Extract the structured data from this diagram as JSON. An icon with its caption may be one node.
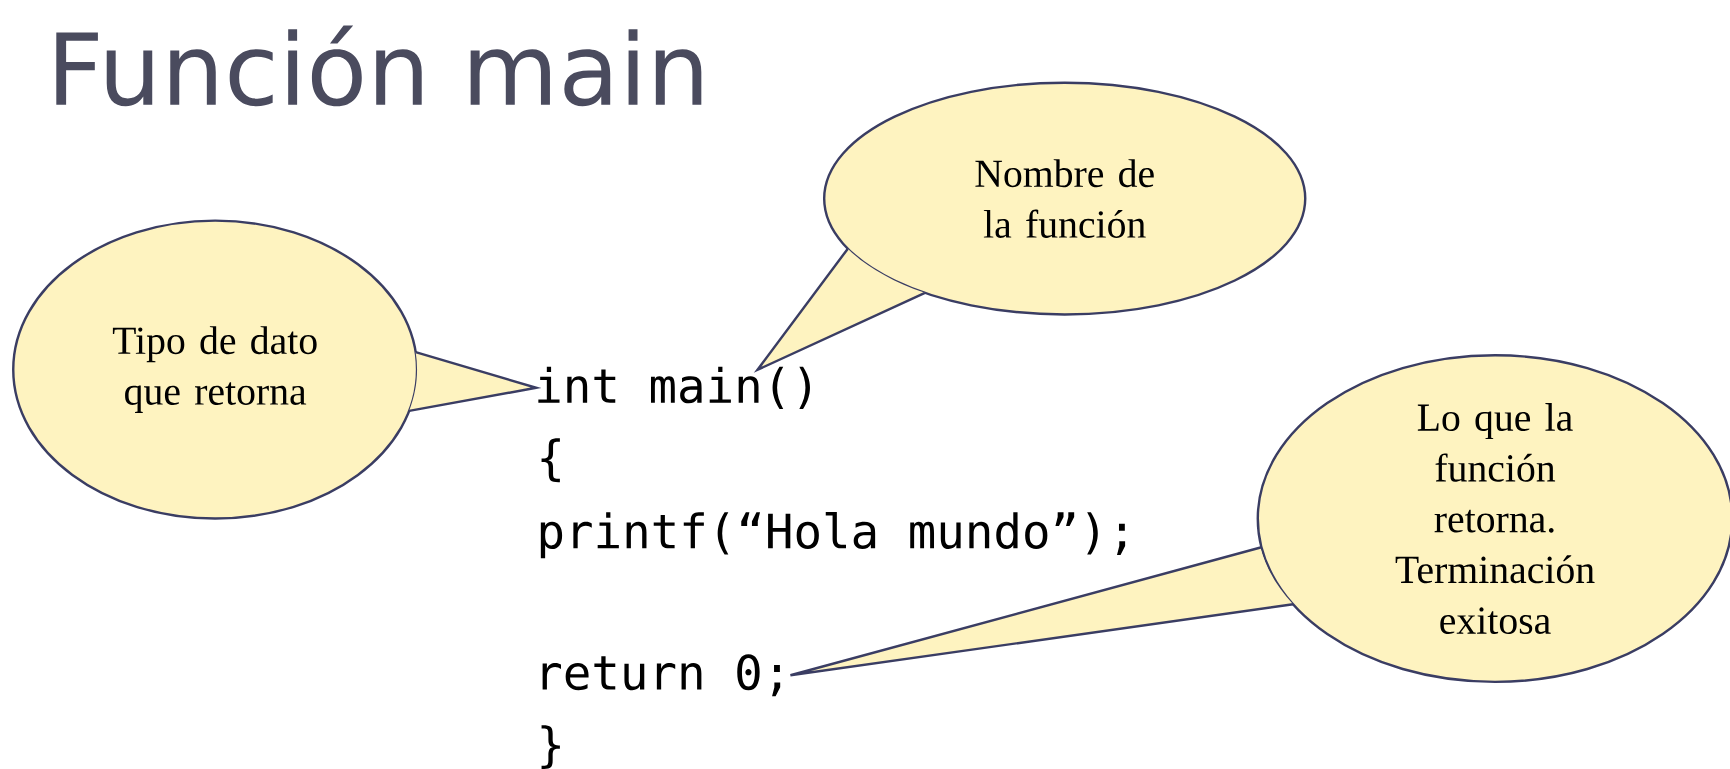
{
  "diagram": {
    "title": "Función main",
    "nodes": [
      {
        "text": [
          "Nombre de la función"
        ]
      },
      {
        "text": [
          "Tipo de dato que retorna"
        ]
      },
      {
        "text": [
          "int main()"
        ]
      },
      {
        "text": [
          "Lo que la función retorna. Terminación exitosa"
        ]
      },
      {
        "text": [
          "return 0;"
        ]
      }
    ],
    "edges": [
      {
        "from": 0,
        "to": 2,
        "arrow": "none"
      },
      {
        "from": 1,
        "to": 2,
        "arrow": "none"
      },
      {
        "from": 3,
        "to": 4,
        "arrow": "none"
      }
    ],
    "labels": [
      "{",
      "printf(“Hola mundo”);",
      "}"
    ]
  }
}
